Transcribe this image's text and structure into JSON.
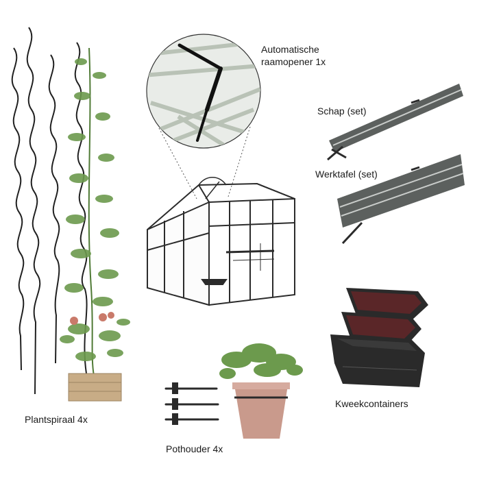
{
  "items": {
    "window_opener": {
      "label": "Automatische\nraamopener 1x"
    },
    "shelf": {
      "label": "Schap (set)"
    },
    "workbench": {
      "label": "Werktafel (set)"
    },
    "grow_containers": {
      "label": "Kweekcontainers"
    },
    "plant_spiral": {
      "label": "Plantspiraal 4x"
    },
    "pot_holder": {
      "label": "Pothouder 4x"
    }
  },
  "colors": {
    "frame": "#2b2b2b",
    "shelf_metal": "#5c605e",
    "container": "#2a2a2a",
    "pot": "#c99a8c",
    "crate": "#c8ac86",
    "leaf": "#6c9a4d",
    "zoom_bg": "#e9ece8"
  }
}
